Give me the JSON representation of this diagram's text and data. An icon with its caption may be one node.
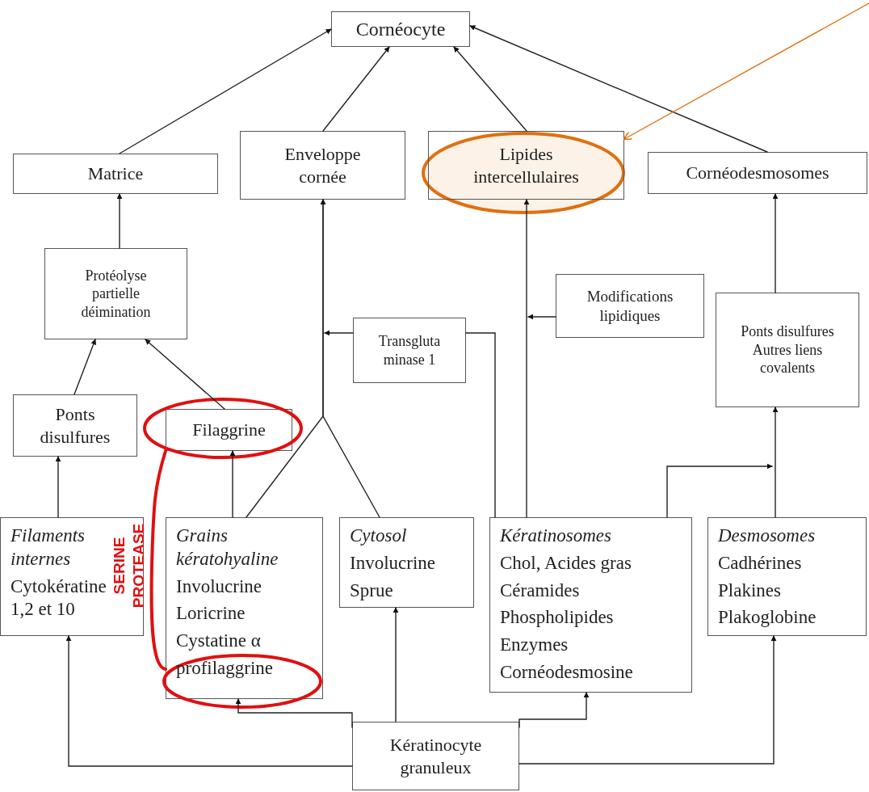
{
  "diagram": {
    "nodes": [
      {
        "text": [
          "Cornéocyte"
        ]
      },
      {
        "text": [
          "Matrice"
        ]
      },
      {
        "text": [
          "Enveloppe cornée"
        ]
      },
      {
        "text": [
          "Lipides intercellulaires"
        ]
      },
      {
        "text": [
          "Cornéodesmosomes"
        ]
      },
      {
        "text": [
          "Protéolyse partielle déimination"
        ]
      },
      {
        "text": [
          "Modifications lipidiques"
        ]
      },
      {
        "text": [
          "Transgluta minase 1"
        ]
      },
      {
        "text": [
          "Ponts disulfures Autres liens covalents"
        ]
      },
      {
        "text": [
          "Ponts disulfures"
        ]
      },
      {
        "text": [
          "Filaggrine"
        ]
      },
      {
        "text": [
          "Filaments internes",
          "Cytokératine 1,2 et 10"
        ]
      },
      {
        "text": [
          "Grains kératohyaline",
          "Involucrine",
          "Loricrine",
          "Cystatine α",
          "profilaggrine"
        ]
      },
      {
        "text": [
          "Cytosol",
          "Involucrine",
          "Sprue"
        ]
      },
      {
        "text": [
          "Kératinosomes",
          "Chol, Acides gras",
          "Céramides",
          "Phospholipides",
          "Enzymes",
          "Cornéodesmosine"
        ]
      },
      {
        "text": [
          "Desmosomes",
          "Cadhérines",
          "Plakines",
          "Plakoglobine"
        ]
      },
      {
        "text": [
          "Kératinocyte granuleux"
        ]
      }
    ],
    "edges": [
      {
        "from": 1,
        "to": 0,
        "arrow": "to"
      },
      {
        "from": 2,
        "to": 0,
        "arrow": "to"
      },
      {
        "from": 3,
        "to": 0,
        "arrow": "to"
      },
      {
        "from": 4,
        "to": 0,
        "arrow": "to"
      },
      {
        "from": 5,
        "to": 1,
        "arrow": "to"
      },
      {
        "from": 9,
        "to": 5,
        "arrow": "to"
      },
      {
        "from": 10,
        "to": 5,
        "arrow": "to"
      },
      {
        "from": 7,
        "to": null,
        "arrow": "to"
      },
      {
        "from": 6,
        "to": null,
        "arrow": "to"
      },
      {
        "from": 14,
        "to": 7,
        "arrow": "none"
      },
      {
        "from": 12,
        "to": 2,
        "arrow": "to"
      },
      {
        "from": 13,
        "to": 2,
        "arrow": "to"
      },
      {
        "from": 14,
        "to": 3,
        "arrow": "to"
      },
      {
        "from": 14,
        "to": null,
        "arrow": "to"
      },
      {
        "from": 15,
        "to": 8,
        "arrow": "to"
      },
      {
        "from": 8,
        "to": 4,
        "arrow": "to"
      },
      {
        "from": 11,
        "to": 9,
        "arrow": "to"
      },
      {
        "from": 12,
        "to": 10,
        "arrow": "to"
      },
      {
        "from": 16,
        "to": 11,
        "arrow": "to"
      },
      {
        "from": 16,
        "to": 12,
        "arrow": "to"
      },
      {
        "from": 16,
        "to": 13,
        "arrow": "to"
      },
      {
        "from": 16,
        "to": 14,
        "arrow": "to"
      },
      {
        "from": 16,
        "to": 15,
        "arrow": "to"
      },
      {
        "from": null,
        "to": 3,
        "arrow": "to",
        "color": "#e07010"
      },
      {
        "from": 12,
        "to": 10,
        "arrow": "none",
        "label": "SERINE PROTEASE",
        "style": "thick",
        "color": "#e01010"
      }
    ]
  }
}
